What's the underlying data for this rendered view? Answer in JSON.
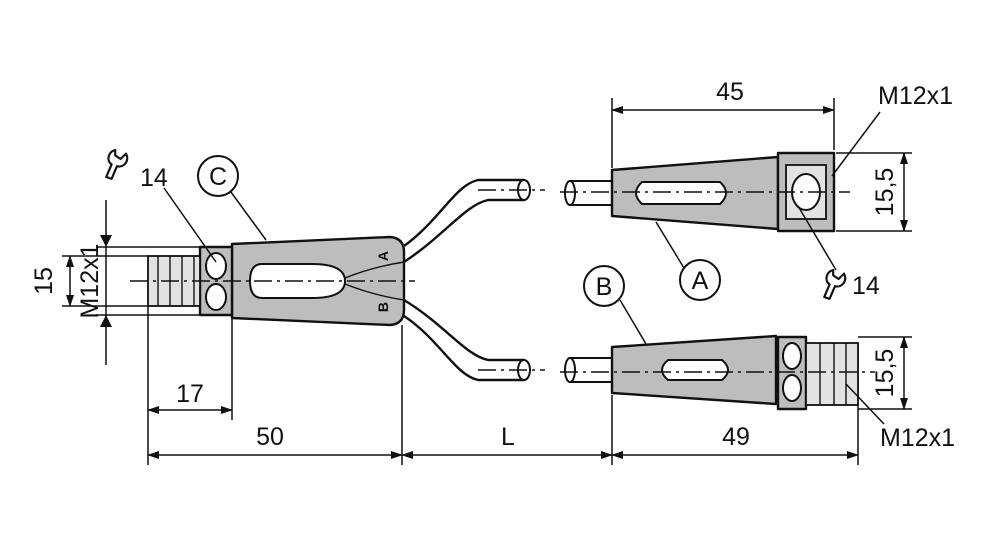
{
  "dimensions": {
    "overall_top": "45",
    "top_thread": "M12x1",
    "top_height": "15,5",
    "wrench_top": "14",
    "wrench_left": "14",
    "left_height": "15",
    "left_thread": "M12x1",
    "d17": "17",
    "d50": "50",
    "dL": "L",
    "d49": "49",
    "bottom_height": "15,5",
    "bottom_thread": "M12x1"
  },
  "callouts": {
    "a": "A",
    "b": "B",
    "c": "C"
  },
  "body_marks": {
    "a": "A",
    "b": "B"
  }
}
